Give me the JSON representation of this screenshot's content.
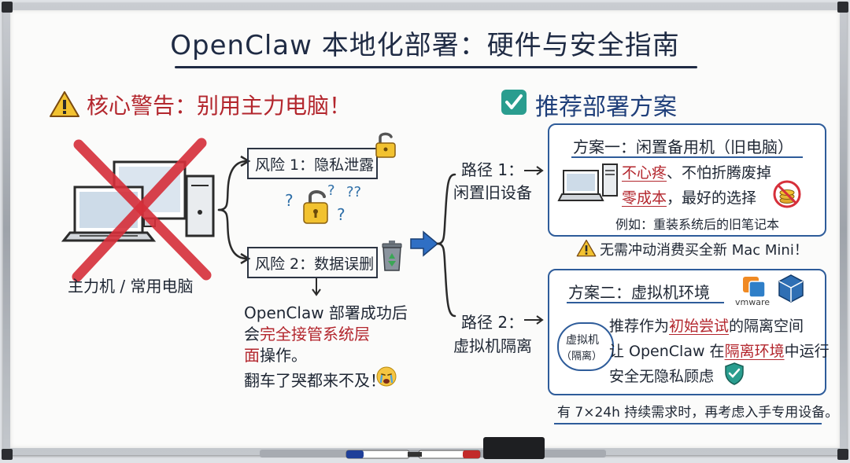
{
  "title": "OpenClaw 本地化部署：硬件与安全指南",
  "warning": {
    "heading": "核心警告：别用主力电脑！",
    "computer_label": "主力机 / 常用电脑",
    "risk1": "风险 1：隐私泄露",
    "risk2": "风险 2：数据误删",
    "consequence_line1": "OpenClaw 部署成功后",
    "consequence_line2_prefix": "会",
    "consequence_line2_highlight": "完全接管系统层",
    "consequence_line3_highlight": "面",
    "consequence_line3_suffix": "操作。",
    "consequence_line4": "翻车了哭都来不及！"
  },
  "recommend": {
    "heading": "推荐部署方案",
    "path1_line1": "路径 1：",
    "path1_line2": "闲置旧设备",
    "path2_line1": "路径 2：",
    "path2_line2": "虚拟机隔离",
    "plan1": {
      "title": "方案一：闲置备用机（旧电脑）",
      "line1_highlight": "不心疼",
      "line1_rest": "、不怕折腾废掉",
      "line2_highlight": "零成本",
      "line2_rest": "，最好的选择",
      "example": "例如：重装系统后的旧笔记本"
    },
    "note": "无需冲动消费买全新 Mac Mini！",
    "plan2": {
      "title": "方案二：虚拟机环境",
      "vm_bubble_line1": "虚拟机",
      "vm_bubble_line2": "（隔离）",
      "vmware_label": "vmware",
      "line1_prefix": "推荐作为",
      "line1_highlight": "初始尝试",
      "line1_suffix": "的隔离空间",
      "line2_prefix": "让 OpenClaw 在",
      "line2_highlight": "隔离环境",
      "line2_suffix": "中运行",
      "line3": "安全无隐私顾虑"
    },
    "footer": "有 7×24h 持续需求时，再考虑入手专用设备。"
  },
  "colors": {
    "ink": "#22324f",
    "red": "#b3262d",
    "blue": "#2e5c9a",
    "check_green": "#2a9d8f",
    "warning_yellow": "#f2c230"
  }
}
